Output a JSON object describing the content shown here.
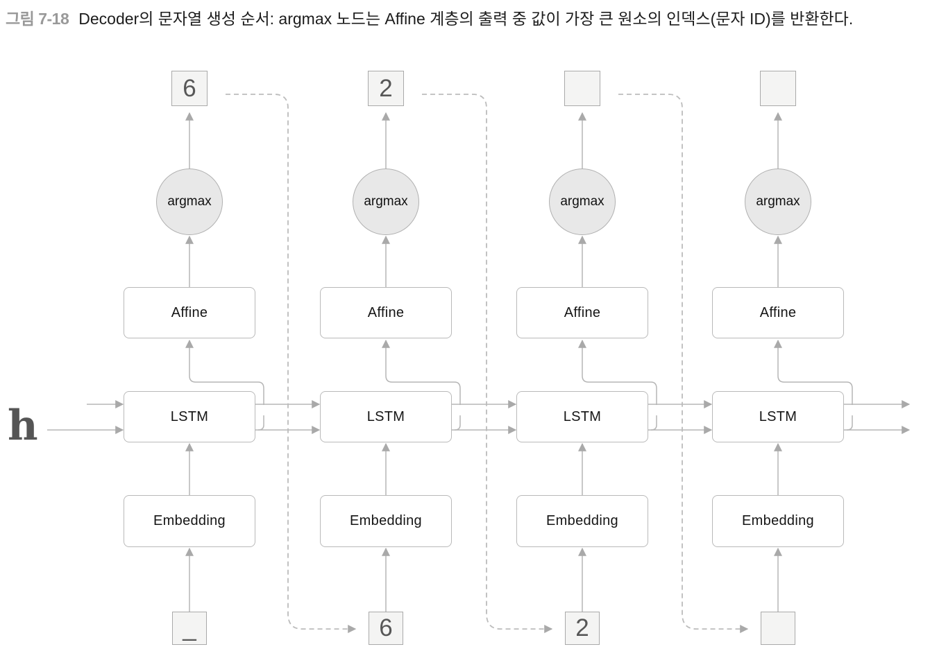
{
  "caption": {
    "figure_label": "그림 7-18",
    "text": "Decoder의 문자열 생성 순서: argmax 노드는 Affine 계층의 출력 중 값이 가장 큰 원소의 인덱스(문자 ID)를 반환한다."
  },
  "diagram": {
    "hidden_state_label": "h",
    "node_labels": {
      "argmax": "argmax",
      "affine": "Affine",
      "lstm": "LSTM",
      "embedding": "Embedding"
    },
    "columns": [
      {
        "output_char": "6",
        "input_char": "_"
      },
      {
        "output_char": "2",
        "input_char": "6"
      },
      {
        "output_char": "",
        "input_char": "2"
      },
      {
        "output_char": "",
        "input_char": ""
      }
    ],
    "colors": {
      "line": "#b5b5b5",
      "arrow": "#a9a9a9",
      "dash": "#bcbcbc",
      "node_fill": "#e8e8e8",
      "char_box_fill": "#f4f4f3",
      "caption_label": "#999999"
    }
  }
}
